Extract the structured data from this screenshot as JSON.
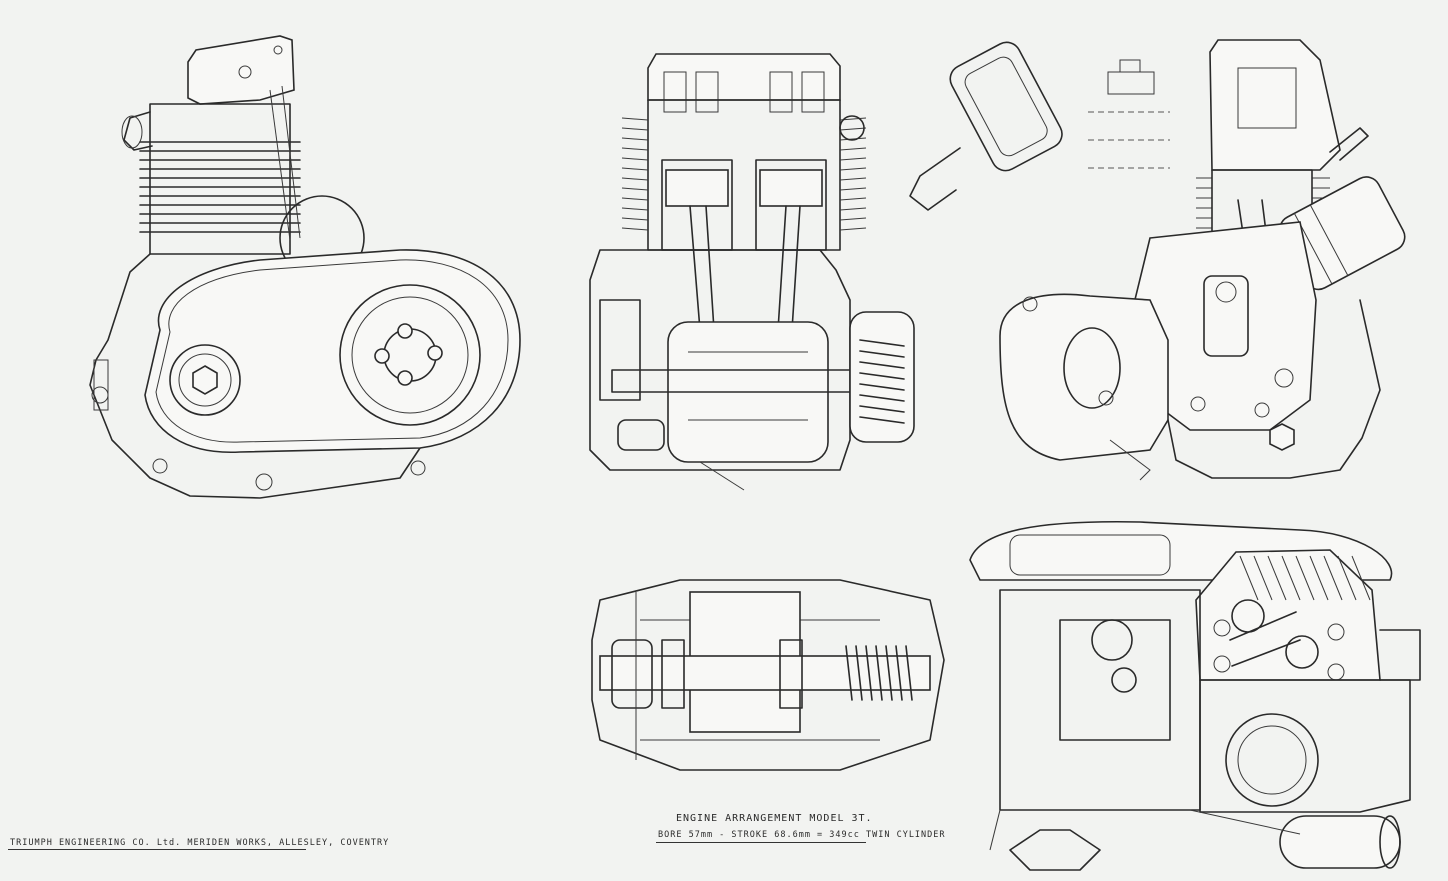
{
  "drawing": {
    "maker_line": "TRIUMPH ENGINEERING CO. Ltd. MERIDEN WORKS, ALLESLEY, COVENTRY",
    "title": "ENGINE ARRANGEMENT MODEL 3T.",
    "spec": "BORE 57mm - STROKE 68.6mm = 349cc TWIN CYLINDER"
  },
  "views": [
    "engine-left-side-view",
    "engine-front-section-view",
    "engine-right-side-view",
    "engine-plan-section-view",
    "engine-top-view"
  ],
  "colors": {
    "paper": "#f2f3f1",
    "ink": "#2a2a2a"
  }
}
